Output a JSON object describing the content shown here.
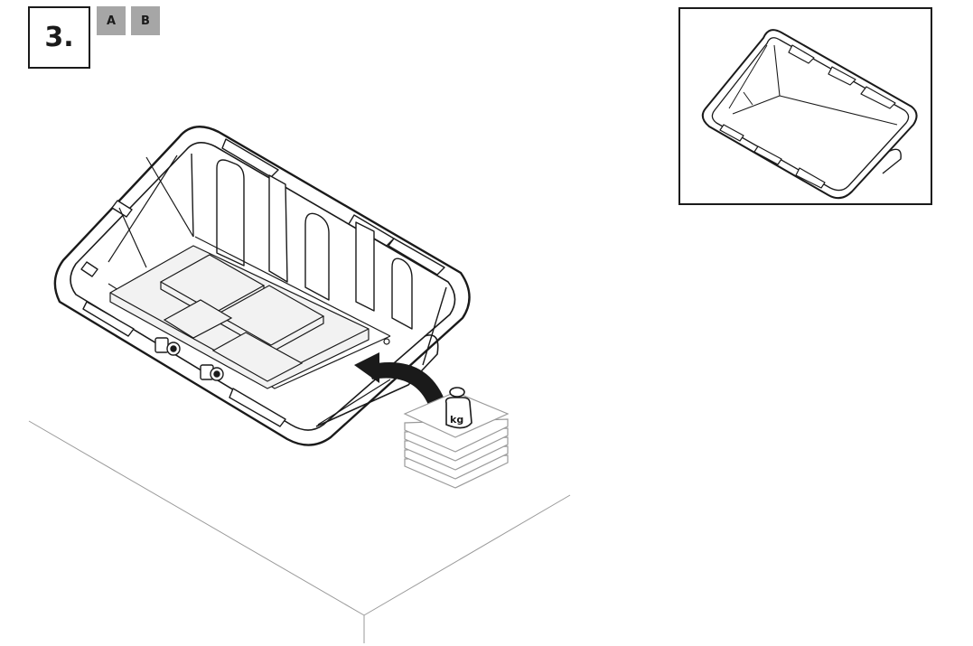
{
  "step": {
    "number": "3."
  },
  "variants": {
    "a": "A",
    "b": "B"
  },
  "weight": {
    "unit": "kg"
  },
  "colors": {
    "line": "#1a1a1a",
    "tag_bg": "#a6a6a6",
    "panel_fill": "#f2f2f2",
    "surface_line": "#9a9a9a"
  },
  "icons": [
    "bolt-icon",
    "load-arrow-icon",
    "weight-icon"
  ]
}
